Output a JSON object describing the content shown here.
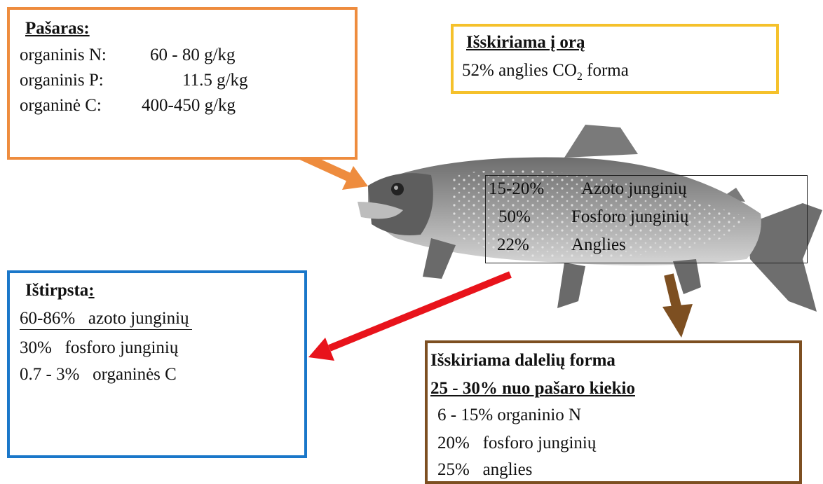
{
  "feed": {
    "title": "Pašaras:",
    "rows": [
      {
        "label": "organinis N:",
        "value": "60 - 80 g/kg"
      },
      {
        "label": "organinis P:",
        "value": "11.5 g/kg"
      },
      {
        "label": "organinė C:",
        "value": "400-450 g/kg"
      }
    ]
  },
  "air": {
    "title": "Išskiriama į orą",
    "line_pre": "52% anglies CO",
    "line_sub": "2",
    "line_post": " forma"
  },
  "fish": {
    "rows": [
      {
        "pct": "15-20%",
        "label": "Azoto junginių"
      },
      {
        "pct": "50%",
        "label": "Fosforo junginių"
      },
      {
        "pct": "22%",
        "label": "Anglies"
      }
    ]
  },
  "dissolved": {
    "title_word": "Ištirpsta",
    "title_colon": ":",
    "rows": [
      {
        "pct": "60-86%",
        "label": "azoto junginių"
      },
      {
        "pct": "30%",
        "label": "fosforo junginių"
      },
      {
        "pct": "0.7 - 3%",
        "label": "organinės C"
      }
    ]
  },
  "particles": {
    "title": "Išskiriama dalelių forma",
    "subtitle": "25 - 30% nuo pašaro kiekio",
    "rows": [
      {
        "pct": "6 - 15%",
        "label": "organinio N"
      },
      {
        "pct": "20%",
        "label": "fosforo junginių"
      },
      {
        "pct": "25%",
        "label": "anglies"
      }
    ]
  },
  "colors": {
    "feed_border": "#ee8c3e",
    "air_border": "#f5c12b",
    "dissolved_border": "#1a77c9",
    "particles_border": "#7d4f21",
    "arrow_feed": "#ee8c3e",
    "arrow_dissolved": "#e8131b",
    "arrow_particles": "#7d4f21"
  },
  "icons": {
    "fish": "trout-illustration"
  }
}
